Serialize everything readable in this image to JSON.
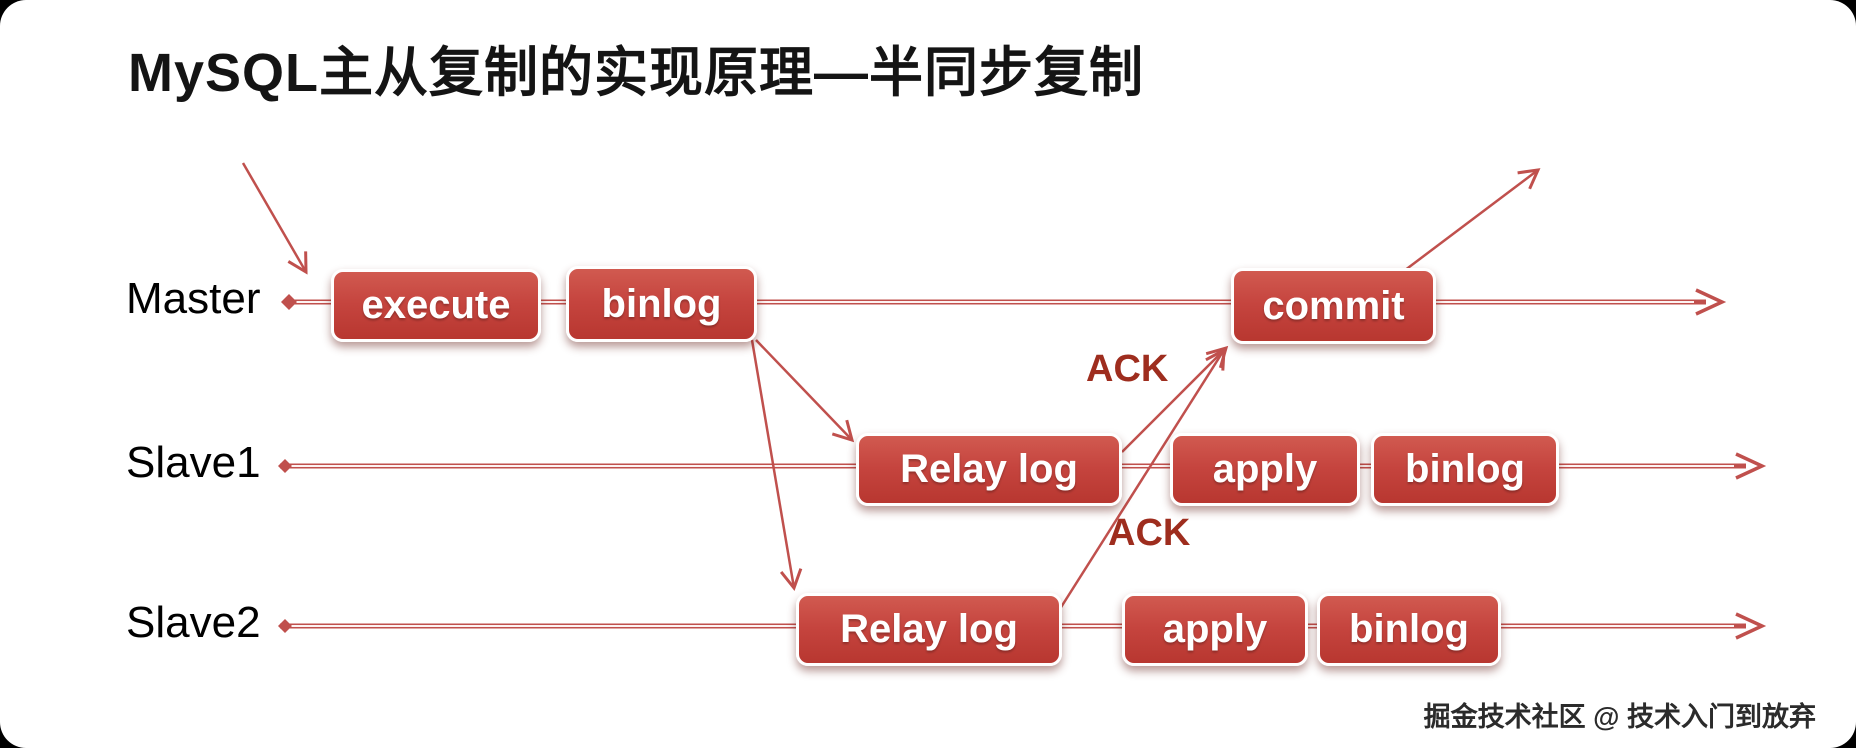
{
  "title": "MySQL主从复制的实现原理—半同步复制",
  "watermark": "掘金技术社区 @ 技术入门到放弃",
  "ack": [
    "ACK",
    "ACK"
  ],
  "lanes": [
    {
      "label": "Master",
      "nodes": [
        "execute",
        "binlog",
        "commit"
      ]
    },
    {
      "label": "Slave1",
      "nodes": [
        "Relay log",
        "apply",
        "binlog"
      ]
    },
    {
      "label": "Slave2",
      "nodes": [
        "Relay log",
        "apply",
        "binlog"
      ]
    }
  ],
  "colors": {
    "node_red": "#c5443e",
    "line_red": "#c0504d",
    "ack_text": "#9e2d1e",
    "title_text": "#141414"
  }
}
